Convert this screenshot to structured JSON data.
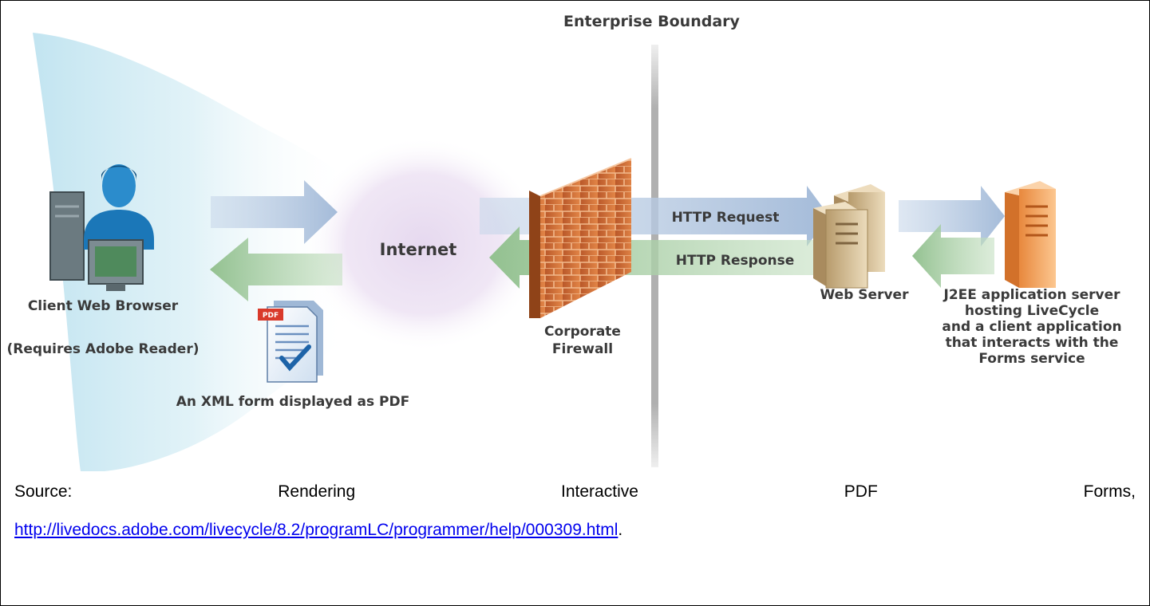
{
  "diagram": {
    "boundary_label": "Enterprise Boundary",
    "client": {
      "label": "Client Web Browser",
      "sublabel": "(Requires Adobe Reader)"
    },
    "pdf_doc": {
      "badge": "PDF",
      "label": "An XML form displayed as PDF"
    },
    "internet_label": "Internet",
    "firewall_label_lines": [
      "Corporate",
      "Firewall"
    ],
    "http_request_label": "HTTP Request",
    "http_response_label": "HTTP Response",
    "web_server_label": "Web Server",
    "app_server_label_lines": [
      "J2EE application server",
      "hosting LiveCycle",
      "and a client application",
      "that interacts with the",
      "Forms service"
    ]
  },
  "caption": {
    "words": [
      "Source:",
      "Rendering",
      "Interactive",
      "PDF",
      "Forms,"
    ],
    "link_text": "http://livedocs.adobe.com/livecycle/8.2/programLC/programmer/help/000309.html",
    "trailing": "."
  },
  "colors": {
    "request_arrow": "#a9bfdc",
    "response_arrow": "#9cc59a",
    "boundary_line": "#b3b3b3",
    "firewall_brick": "#d9773a",
    "server_tan": "#d9c7a4",
    "app_server_orange": "#f3a35e",
    "link": "#0000ee"
  }
}
